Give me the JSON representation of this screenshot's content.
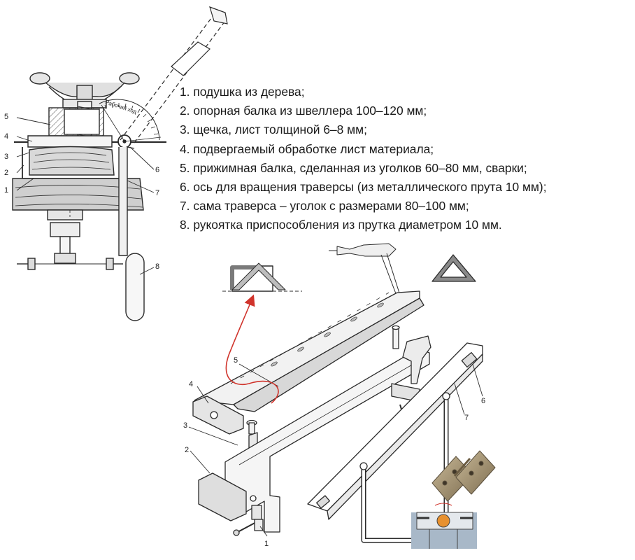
{
  "legend": [
    "1. подушка из дерева;",
    "2. опорная балка из швеллера 100–120 мм;",
    "3. щечка, лист толщиной 6–8 мм;",
    "4. подвергаемый обработке лист материала;",
    "5. прижимная балка, сделанная из уголков 60–80 мм,  сварки;",
    "6. ось для вращения траверсы (из металлического прута 10 мм);",
    "7. сама траверса – уголок с размерами 80–100 мм;",
    "8. рукоятка приспособления из прутка диаметром 10 мм."
  ],
  "section_callouts": [
    "5",
    "4",
    "3",
    "2",
    "1",
    "6",
    "7",
    "8"
  ],
  "protractor_text": "Рабочий ход",
  "assembly_callouts": [
    "5",
    "4",
    "3",
    "2",
    "1",
    "6",
    "7"
  ],
  "colors": {
    "line": "#2b2b2b",
    "fill_light": "#e9e9e9",
    "fill_mid": "#cfcfcf",
    "wood": "#d9d9d9",
    "bend_arrow": "#d0342c",
    "hinge_metal": "#9c8a6a",
    "hinge_pin": "#e8912f"
  }
}
